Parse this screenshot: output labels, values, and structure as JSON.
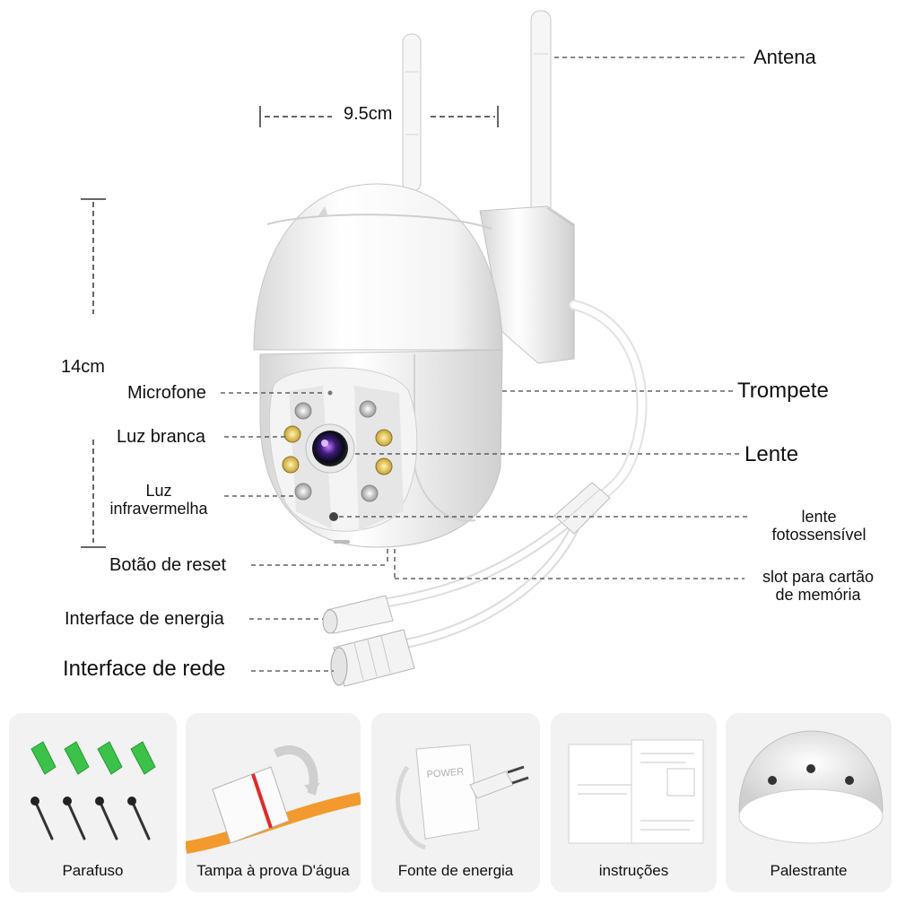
{
  "dimensions": {
    "width_label": "9.5cm",
    "height_label": "14cm"
  },
  "labels": {
    "antena": "Antena",
    "microfone": "Microfone",
    "luz_branca": "Luz branca",
    "luz_infra_line1": "Luz",
    "luz_infra_line2": "infravermelha",
    "botao_reset": "Botão de reset",
    "interface_energia": "Interface de energia",
    "interface_rede": "Interface de rede",
    "trompete": "Trompete",
    "lente": "Lente",
    "fotossensivel_line1": "lente",
    "fotossensivel_line2": "fotossensível",
    "slot_line1": "slot para cartão",
    "slot_line2": "de memória"
  },
  "accessories": [
    {
      "caption": "Parafuso"
    },
    {
      "caption": "Tampa à prova D'água"
    },
    {
      "caption": "Fonte de energia"
    },
    {
      "caption": "instruções"
    },
    {
      "caption": "Palestrante"
    }
  ],
  "box_text": {
    "power": "POWER"
  }
}
